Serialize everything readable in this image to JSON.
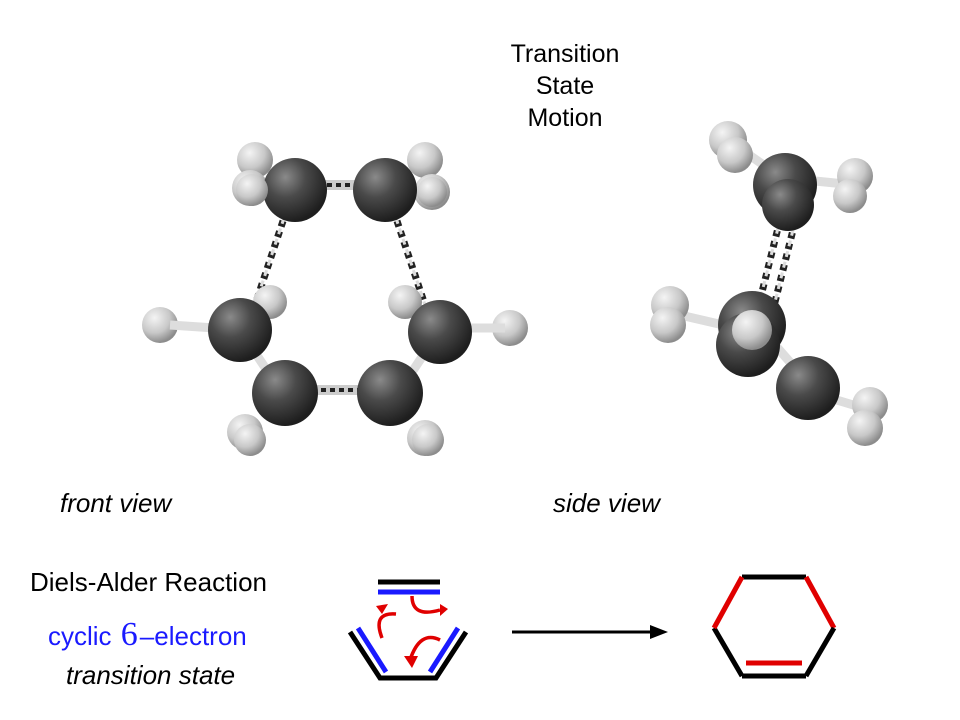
{
  "title_lines": [
    "Transition",
    "State",
    "Motion"
  ],
  "front_view_label": "front view",
  "side_view_label": "side view",
  "reaction_label": "Diels-Alder Reaction",
  "cyclic_prefix": "cyclic ",
  "cyclic_number": "6",
  "cyclic_suffix": "–electron",
  "transition_state_label": "transition state",
  "colors": {
    "carbon": "#3c3c3c",
    "hydrogen": "#cfcfcf",
    "bond_red": "#e00000",
    "bond_blue": "#1a1aff",
    "text_blue": "#1a1aff"
  }
}
